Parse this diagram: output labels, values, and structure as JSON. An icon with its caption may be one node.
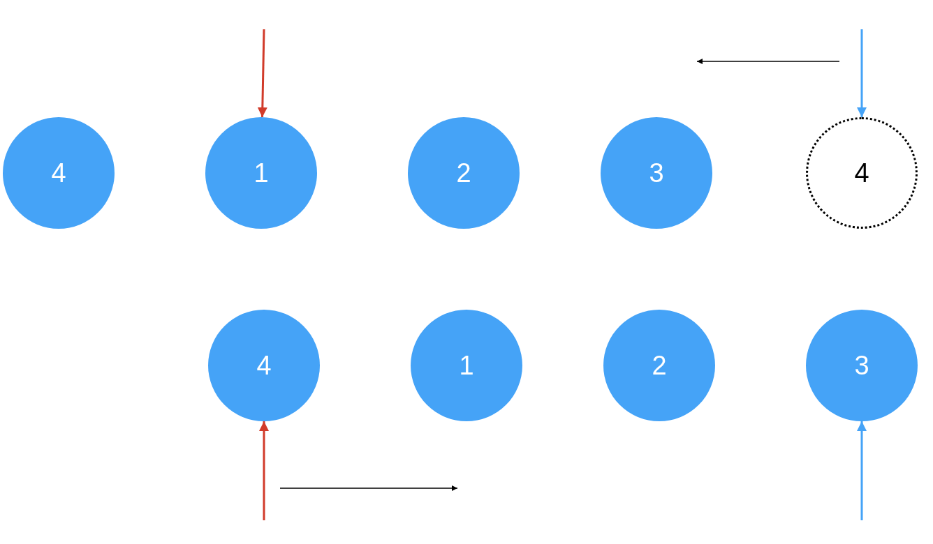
{
  "diagram": {
    "nodes": [
      {
        "text": [
          "4"
        ]
      },
      {
        "text": [
          "1"
        ]
      },
      {
        "text": [
          "2"
        ]
      },
      {
        "text": [
          "3"
        ]
      },
      {
        "text": [
          "4"
        ]
      },
      {
        "text": [
          "4"
        ]
      },
      {
        "text": [
          "1"
        ]
      },
      {
        "text": [
          "2"
        ]
      },
      {
        "text": [
          "3"
        ]
      }
    ],
    "edges": [
      {
        "from": null,
        "to": 1,
        "arrow": "to",
        "color": "#d13b2a"
      },
      {
        "from": null,
        "to": 4,
        "arrow": "to",
        "color": "#45a3f7"
      },
      {
        "from": null,
        "to": 5,
        "arrow": "to",
        "color": "#d13b2a"
      },
      {
        "from": null,
        "to": 8,
        "arrow": "to",
        "color": "#45a3f7"
      }
    ]
  }
}
